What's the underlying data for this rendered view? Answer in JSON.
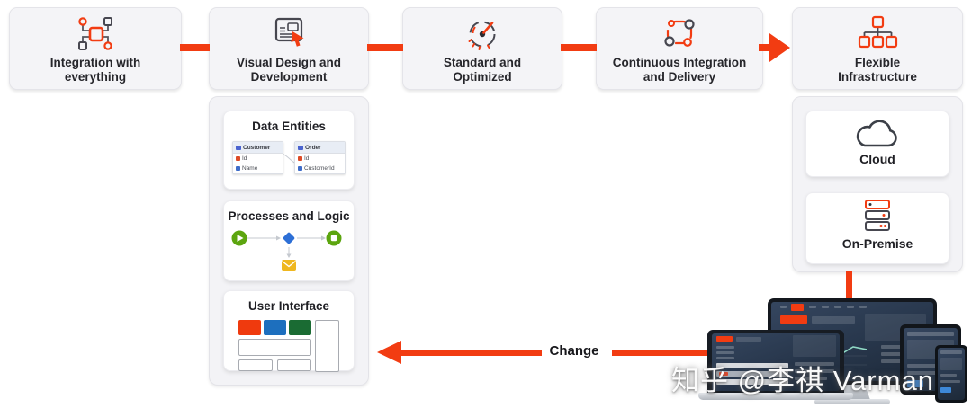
{
  "colors": {
    "accent": "#F23C12",
    "box_bg": "#F4F4F7",
    "panel_bg": "#F3F3F6",
    "icon_dark": "#474750",
    "flow_green": "#5CA50F",
    "flow_blue": "#2D6FD6",
    "flow_yellow": "#EFB71F",
    "ui_orange": "#EF3A0E",
    "ui_blue": "#1D6FBE",
    "ui_green": "#1A6B33",
    "screen_navy": "#27364B"
  },
  "pipeline": {
    "steps": [
      {
        "label": "Integration with everything",
        "icon": "integration-icon"
      },
      {
        "label": "Visual Design and Development",
        "icon": "visual-design-icon"
      },
      {
        "label": "Standard and Optimized",
        "icon": "gauge-icon"
      },
      {
        "label": "Continuous Integration and Delivery",
        "icon": "cicd-cycle-icon"
      },
      {
        "label": "Flexible Infrastructure",
        "icon": "sitemap-icon"
      }
    ]
  },
  "design_panel": {
    "cards": [
      {
        "title": "Data Entities"
      },
      {
        "title": "Processes and Logic"
      },
      {
        "title": "User Interface"
      }
    ],
    "entities": [
      {
        "name": "Customer",
        "fields": [
          "Id",
          "Name"
        ]
      },
      {
        "name": "Order",
        "fields": [
          "Id",
          "CustomerId"
        ]
      }
    ]
  },
  "infra_panel": {
    "cards": [
      {
        "title": "Cloud",
        "icon": "cloud-icon"
      },
      {
        "title": "On-Premise",
        "icon": "server-stack-icon"
      }
    ]
  },
  "change_arrow": {
    "label": "Change"
  },
  "watermark": {
    "text": "知乎 @李祺 Varman"
  }
}
